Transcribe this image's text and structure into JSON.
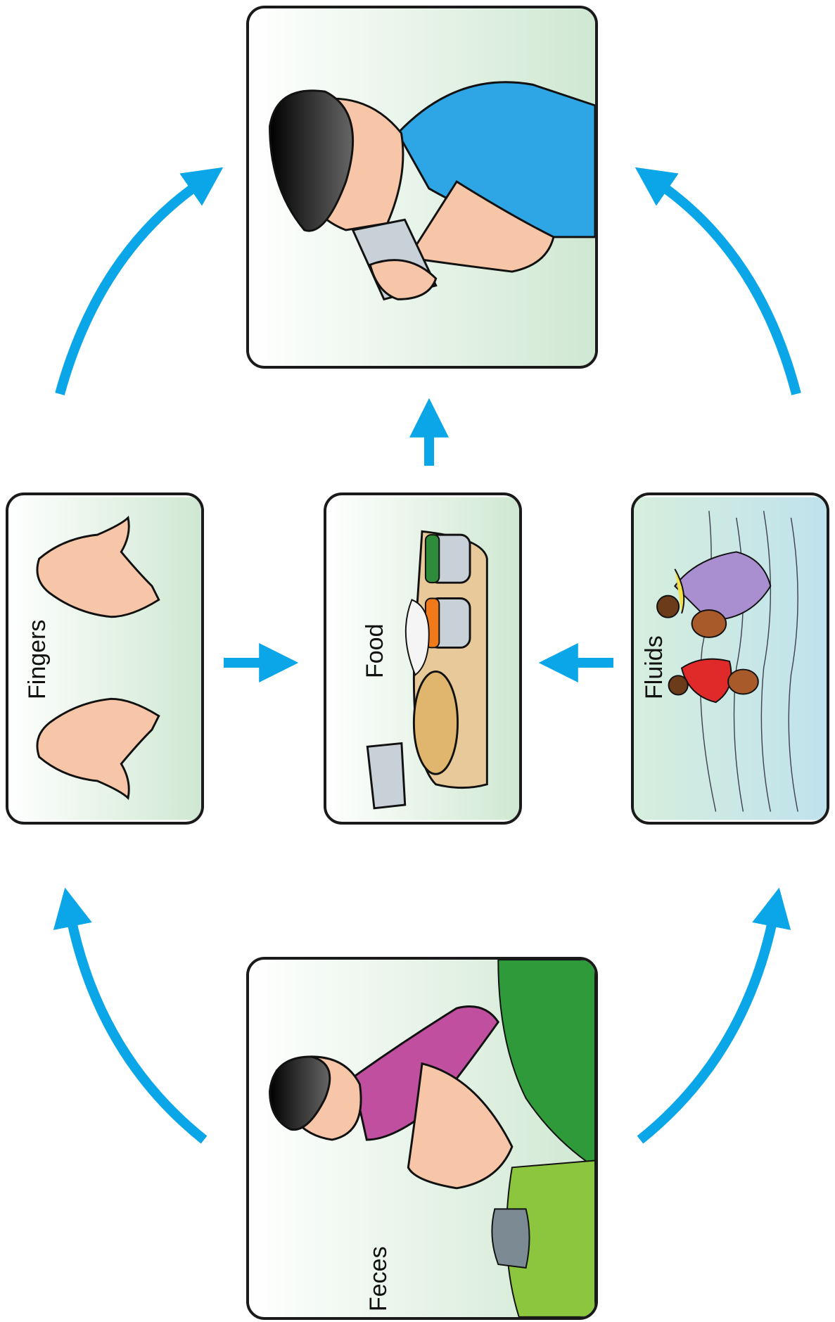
{
  "labels": {
    "fingers": "Fingers",
    "food": "Food",
    "fluids": "Fluids",
    "feces": "Feces"
  },
  "colors": {
    "arrow": "#0aa6e8",
    "panel_border": "#1a1a1a",
    "bg_green": "#cfe8d2",
    "bg_blue": "#bfe2ec"
  }
}
